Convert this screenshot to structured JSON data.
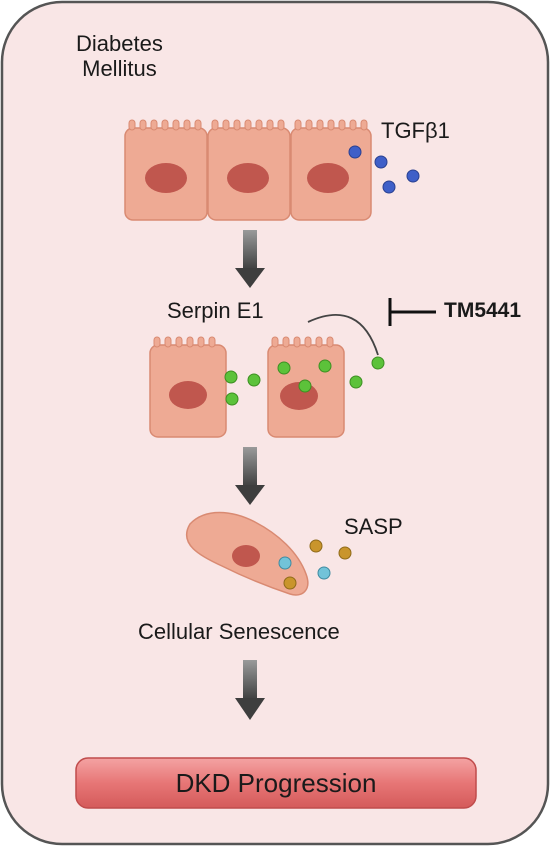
{
  "condition": {
    "line1": "Diabetes",
    "line2": "Mellitus"
  },
  "labels": {
    "ligand": "TGFβ1",
    "mediator": "Serpin E1",
    "inhibitor": "TM5441",
    "secretome": "SASP",
    "state": "Cellular Senescence",
    "outcome": "DKD Progression"
  },
  "colors": {
    "panel_fill": "#f9e6e6",
    "panel_stroke": "#555555",
    "cell_fill": "#eeaa94",
    "cell_stroke": "#d98a72",
    "nucleus": "#c0574e",
    "tgf_dots": "#3f5fc8",
    "serpin_dots": "#5cc23a",
    "sasp_blue": "#72c3d9",
    "sasp_gold": "#c9952c",
    "arrow": "#5a5a5a",
    "outcome_fill": "#e57373"
  }
}
